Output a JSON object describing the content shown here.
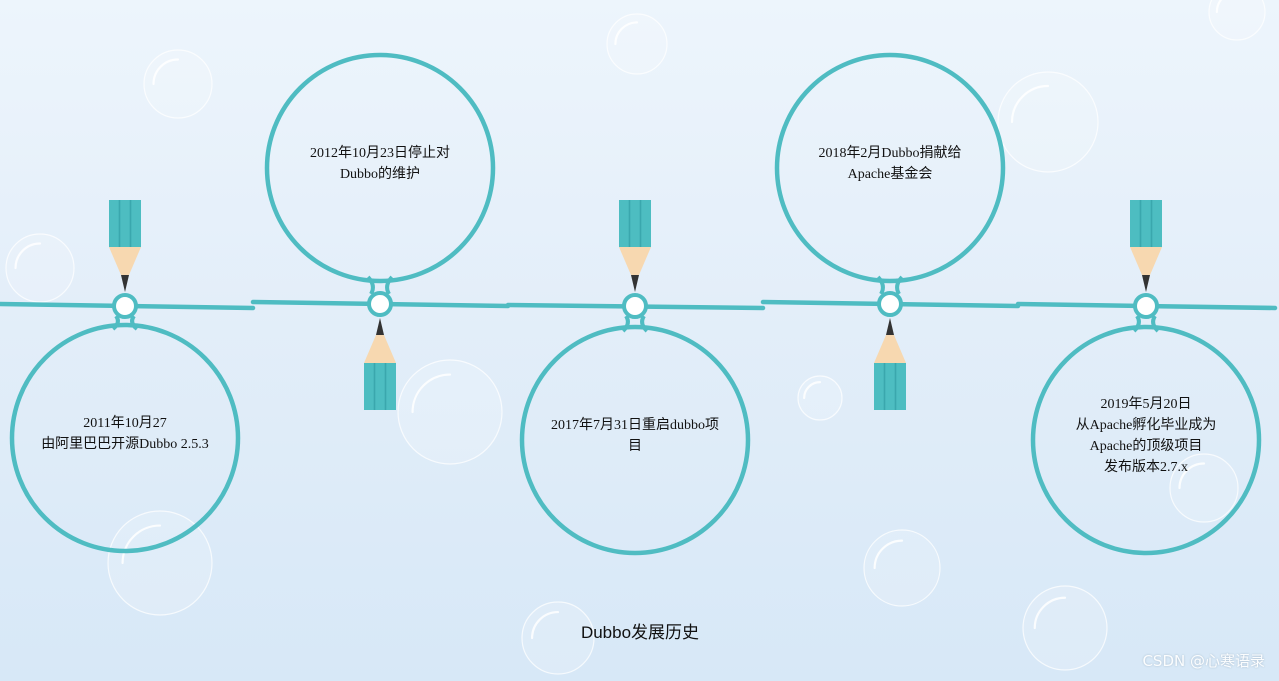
{
  "colors": {
    "accent": "#4fbcc2",
    "pencil_body": "#4dbdc1",
    "pencil_wood": "#f7d8b0",
    "pencil_lead": "#333333"
  },
  "events": [
    {
      "lines": [
        "2011年10月27",
        "由阿里巴巴开源Dubbo 2.5.3"
      ]
    },
    {
      "lines": [
        "2012年10月23日停止对",
        "Dubbo的维护"
      ]
    },
    {
      "lines": [
        "2017年7月31日重启dubbo项",
        "目"
      ]
    },
    {
      "lines": [
        "2018年2月Dubbo捐献给",
        "Apache基金会"
      ]
    },
    {
      "lines": [
        "2019年5月20日",
        "从Apache孵化毕业成为",
        "Apache的顶级项目",
        "发布版本2.7.x"
      ]
    }
  ],
  "caption": "Dubbo发展历史",
  "watermark": "CSDN @心寒语录"
}
